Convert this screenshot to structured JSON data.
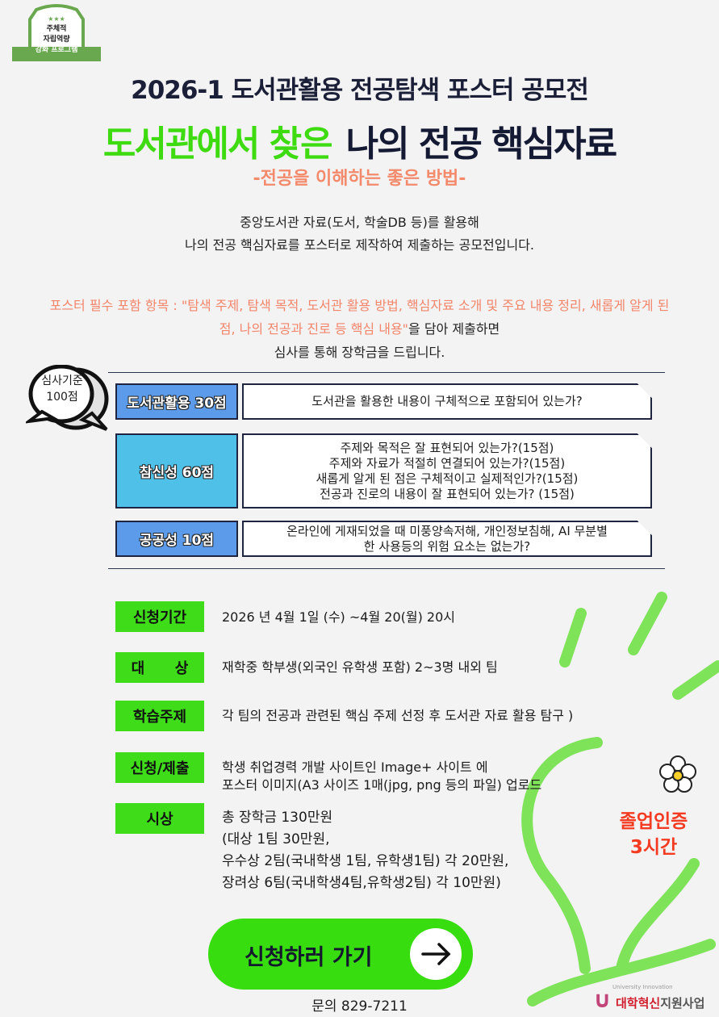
{
  "badge": {
    "lines": [
      "주체적",
      "자립역량",
      "강화 프로그램"
    ]
  },
  "title": "2026-1 도서관활용 전공탐색 포스터 공모전",
  "headline": {
    "green": "도서관에서 찾은",
    "navy": "나의 전공 핵심자료"
  },
  "subtitle": "-전공을 이해하는 좋은 방법-",
  "intro": [
    "중앙도서관 자료(도서, 학술DB 등)를 활용해",
    "나의 전공 핵심자료를 포스터로 제작하여 제출하는 공모전입니다."
  ],
  "requirements": {
    "prefix": "포스터 필수 포함 항목 :  \"탐색 주제, 탐색 목적, 도서관 활용 방법, 핵심자료 소개 및 주요 내용 정리, 새롭게 알게 된 점,  나의 전공과 진로 등 핵심 내용\"",
    "suffix1": "을  담아 제출하면",
    "suffix2": "심사를 통해 장학금을 드립니다."
  },
  "bubble": {
    "line1": "심사기준",
    "line2": "100점"
  },
  "criteria": [
    {
      "label": "도서관활용 30점",
      "color": "#5b9be9",
      "lines": [
        "도서관을 활용한 내용이 구체적으로 포함되어 있는가?"
      ]
    },
    {
      "label": "참신성 60점",
      "color": "#4fc1e8",
      "lines": [
        "주제와 목적은 잘 표현되어 있는가?(15점)",
        "주제와 자료가 적절히 연결되어 있는가?(15점)",
        "새롭게 알게 된 점은 구체적이고 실제적인가?(15점)",
        "전공과 진로의 내용이 잘 표현되어 있는가? (15점)"
      ]
    },
    {
      "label": "공공성 10점",
      "color": "#5b9be9",
      "lines": [
        "온라인에 게재되었을 때 미풍양속저해, 개인정보침해, AI 무분별",
        "한 사용등의 위험 요소는 없는가?"
      ]
    }
  ],
  "info": [
    {
      "label": "신청기간",
      "value": [
        "2026 년 4월 1일 (수) ~4월 20(월) 20시"
      ]
    },
    {
      "label": "대      상",
      "value": [
        "재학중 학부생(외국인 유학생 포함) 2~3명 내외 팀"
      ]
    },
    {
      "label": "학습주제",
      "value": [
        "각 팀의 전공과 관련된 핵심 주제 선정 후 도서관 자료 활용 탐구 )"
      ]
    },
    {
      "label": "신청/제출",
      "value": [
        "학생 취업경력 개발 사이트인 Image+ 사이트 에",
        "포스터 이미지(A3 사이즈 1매(jpg, png 등의 파일) 업로드"
      ]
    },
    {
      "label": "시상",
      "value": [
        "총 장학금 130만원",
        "(대상 1팀 30만원,",
        "우수상 2팀(국내학생 1팀, 유학생1팀) 각 20만원,",
        "장려상 6팀(국내학생4팀,유학생2팀) 각 10만원)"
      ]
    }
  ],
  "cta": "신청하러 가기",
  "contact": "문의 829-7211",
  "certification": [
    "졸업인증",
    "3시간"
  ],
  "logo": {
    "small": "University Innovation",
    "red": "대학혁신",
    "gray": "지원사업"
  }
}
